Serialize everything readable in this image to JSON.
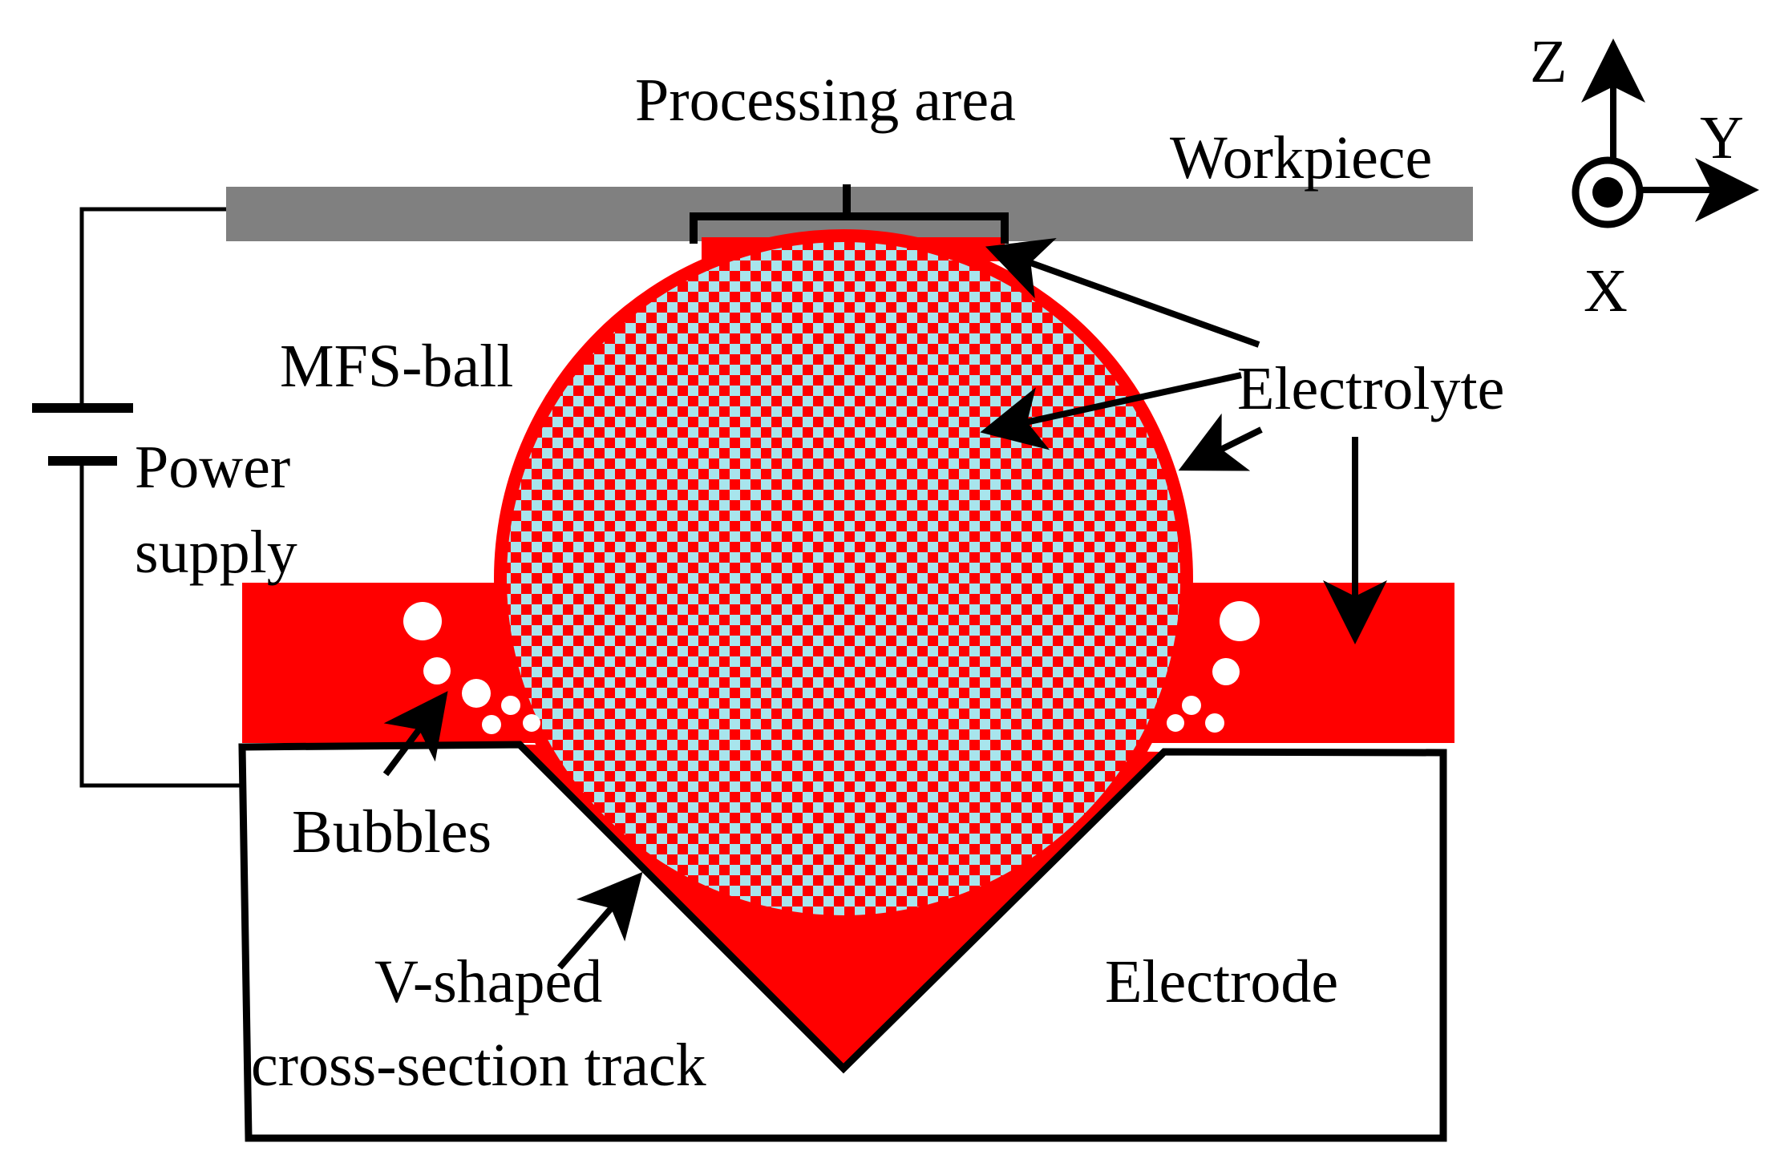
{
  "labels": {
    "processing_area": "Processing area",
    "workpiece": "Workpiece",
    "mfs_ball": "MFS-ball",
    "electrolyte": "Electrolyte",
    "power_line1": "Power",
    "power_line2": "supply",
    "bubbles": "Bubbles",
    "track_line1": "V-shaped",
    "track_line2": "cross-section track",
    "electrode": "Electrode"
  },
  "axes": {
    "z": "Z",
    "y": "Y",
    "x": "X"
  },
  "colors": {
    "electrolyte": "#ff0000",
    "ball_light": "#a8e4ec",
    "workpiece": "#808080",
    "stroke": "#000000",
    "bubble": "#ffffff"
  }
}
